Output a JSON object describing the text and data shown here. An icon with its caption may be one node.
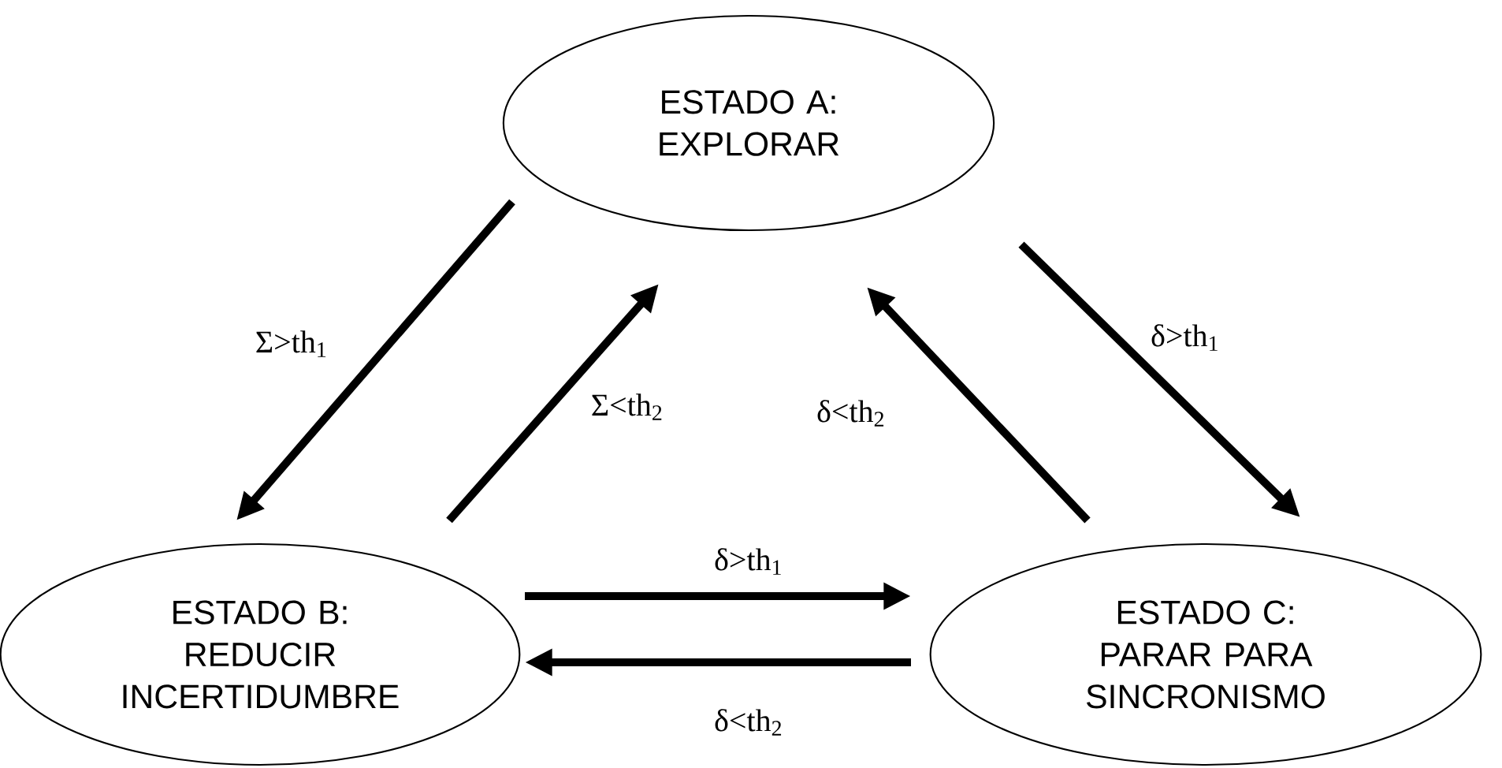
{
  "diagram": {
    "nodes": [
      {
        "text": [
          "ESTADO A:",
          "EXPLORAR"
        ]
      },
      {
        "text": [
          "ESTADO B:",
          "REDUCIR INCERTIDUMBRE"
        ]
      },
      {
        "text": [
          "ESTADO C:",
          "PARAR PARA SINCRONISMO"
        ]
      }
    ],
    "edges": [
      {
        "from": 0,
        "to": 1,
        "arrow": "to",
        "label": "Σ>th$_{1}$"
      },
      {
        "from": 1,
        "to": 0,
        "arrow": "to",
        "label": "Σ<th$_{2}$"
      },
      {
        "from": 0,
        "to": 2,
        "arrow": "to",
        "label": "δ>th$_{1}$"
      },
      {
        "from": 2,
        "to": 0,
        "arrow": "to",
        "label": "δ<th$_{2}$"
      },
      {
        "from": 1,
        "to": 2,
        "arrow": "to",
        "label": "δ>th$_{1}$"
      },
      {
        "from": 2,
        "to": 1,
        "arrow": "to",
        "label": "δ<th$_{2}$"
      }
    ]
  }
}
